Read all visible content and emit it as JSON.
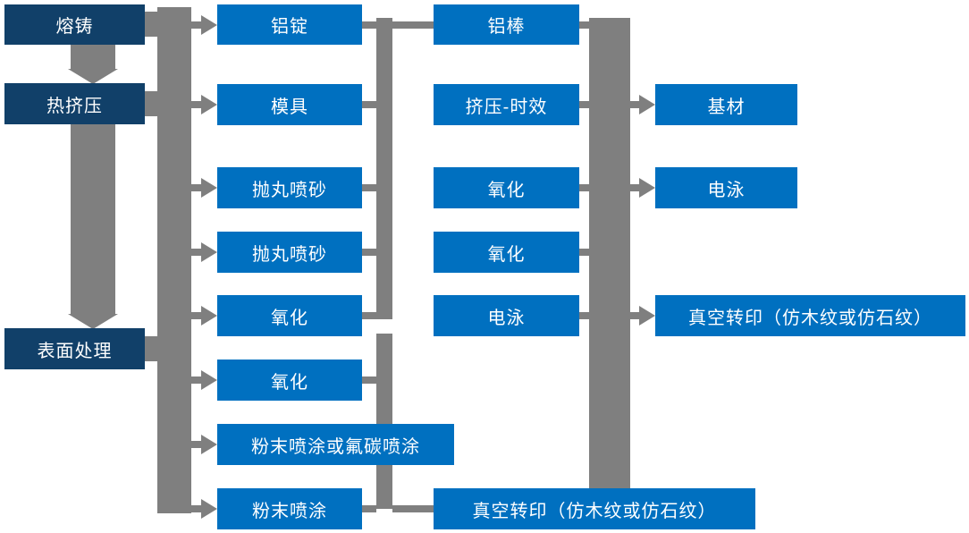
{
  "colors": {
    "stage": "#114069",
    "step": "#0070c0",
    "connector": "#7f7f7f",
    "text": "#ffffff"
  },
  "nodes": {
    "melting": {
      "label": "熔铸"
    },
    "hot_extrusion": {
      "label": "热挤压"
    },
    "surface_treatment": {
      "label": "表面处理"
    },
    "aluminum_ingot": {
      "label": "铝锭"
    },
    "mold": {
      "label": "模具"
    },
    "shot_blasting_1": {
      "label": "抛丸喷砂"
    },
    "shot_blasting_2": {
      "label": "抛丸喷砂"
    },
    "oxidation_1": {
      "label": "氧化"
    },
    "oxidation_2": {
      "label": "氧化"
    },
    "powder_or_fluorocarbon_coating": {
      "label": "粉末喷涂或氟碳喷涂"
    },
    "powder_coating": {
      "label": "粉末喷涂"
    },
    "aluminum_rod": {
      "label": "铝棒"
    },
    "extrusion_aging": {
      "label": "挤压-时效"
    },
    "oxidation_3": {
      "label": "氧化"
    },
    "oxidation_4": {
      "label": "氧化"
    },
    "electrophoresis_1": {
      "label": "电泳"
    },
    "vacuum_transfer_bottom": {
      "label": "真空转印（仿木纹或仿石纹）"
    },
    "base_material": {
      "label": "基材"
    },
    "electrophoresis_2": {
      "label": "电泳"
    },
    "vacuum_transfer_right": {
      "label": "真空转印（仿木纹或仿石纹）"
    }
  }
}
